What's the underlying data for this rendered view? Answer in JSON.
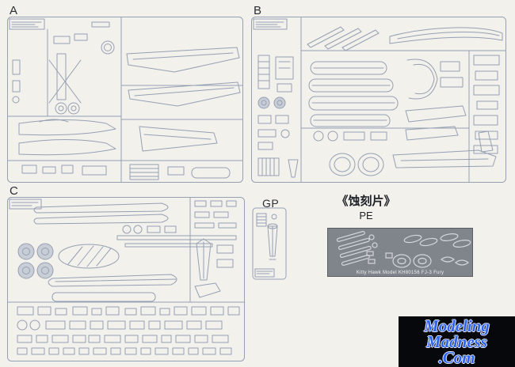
{
  "sprues": {
    "a": {
      "label": "A"
    },
    "b": {
      "label": "B"
    },
    "c": {
      "label": "C"
    },
    "gp": {
      "label": "GP"
    }
  },
  "pe": {
    "title_cn": "《蚀刻片》",
    "title_en": "PE",
    "caption": "Kitty Hawk Model  KH80156 FJ-3 Fury"
  },
  "watermark": {
    "line1": "Modeling",
    "line2": "Madness",
    "line3": ".Com"
  },
  "colors": {
    "page_background": "#f2f1ec",
    "drawing_line": "#96a0b3",
    "pe_plate": "#80858c",
    "watermark_text": "#2e64f0",
    "watermark_background": "#07080c"
  }
}
